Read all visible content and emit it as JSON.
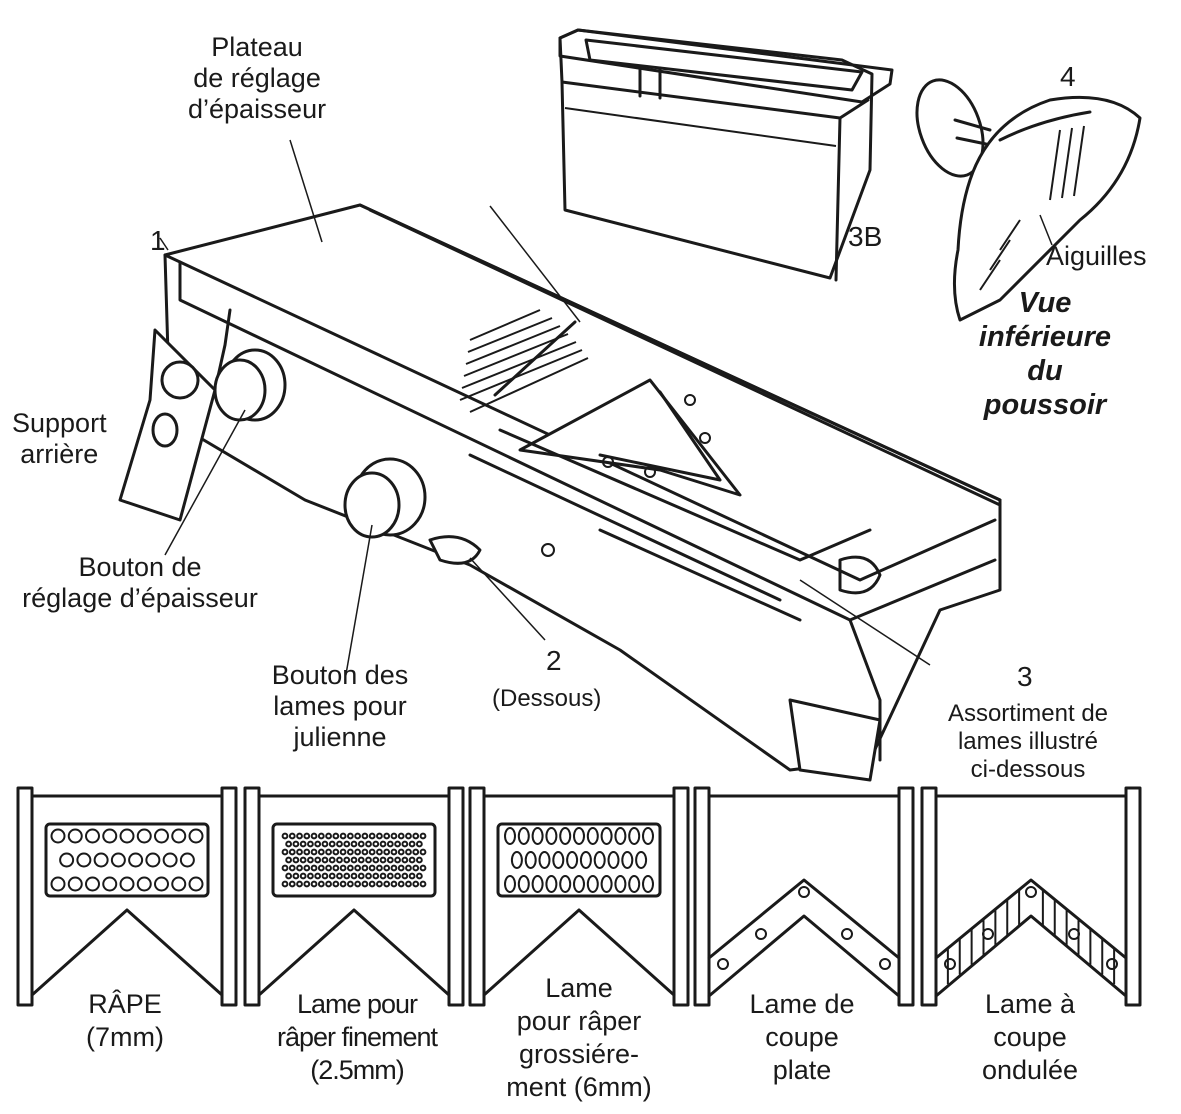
{
  "labels": {
    "plateau": "Plateau\nde réglage\nd’épaisseur",
    "num_1": "1",
    "num_3b": "3B",
    "num_4": "4",
    "aiguilles": "Aiguilles",
    "vue_inferieure": "Vue\ninférieure\ndu\npoussoir",
    "support_arriere": "Support\narrière",
    "bouton_reglage": "Bouton de\nréglage d’épaisseur",
    "bouton_lames": "Bouton des\nlames pour\njulienne",
    "num_2": "2",
    "dessous": "(Dessous)",
    "num_3": "3",
    "assortiment": "Assortiment de\nlames illustré\nci-dessous"
  },
  "blades": [
    {
      "caption": "RÂPE\n(7mm)",
      "pattern": "large-holes"
    },
    {
      "caption": "Lame pour\nrâper finement\n(2.5mm)",
      "pattern": "fine-holes"
    },
    {
      "caption": "Lame\npour râper\ngrossiére-\nment (6mm)",
      "pattern": "coarse-holes"
    },
    {
      "caption": "Lame de\ncoupe\nplate",
      "pattern": "v-blade-plain"
    },
    {
      "caption": "Lame à\ncoupe\nondulée",
      "pattern": "v-blade-wavy"
    }
  ]
}
